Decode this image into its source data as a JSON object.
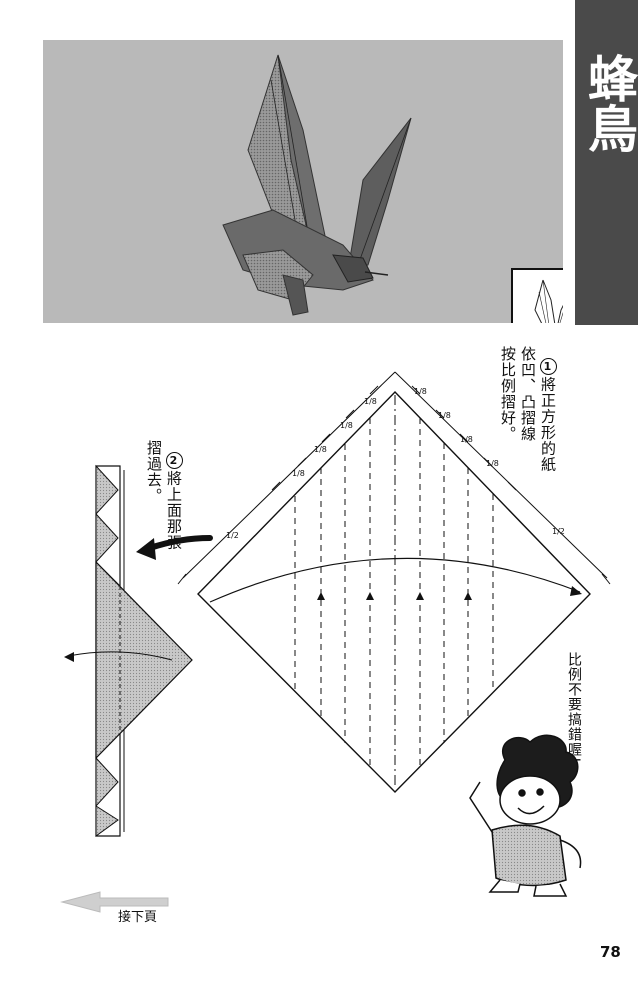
{
  "side_title": "蜂鳥",
  "step1": {
    "number": "1",
    "text": "將正方形的紙\n依凹、凸摺線\n按比例摺好。"
  },
  "step2": {
    "number": "2",
    "text": "將上面那張\n摺過去。"
  },
  "speech": "比例不要搞錯喔!",
  "fractions": {
    "eighth": "1/8",
    "half": "1/2"
  },
  "next_page": "接下頁",
  "page_number": "78"
}
